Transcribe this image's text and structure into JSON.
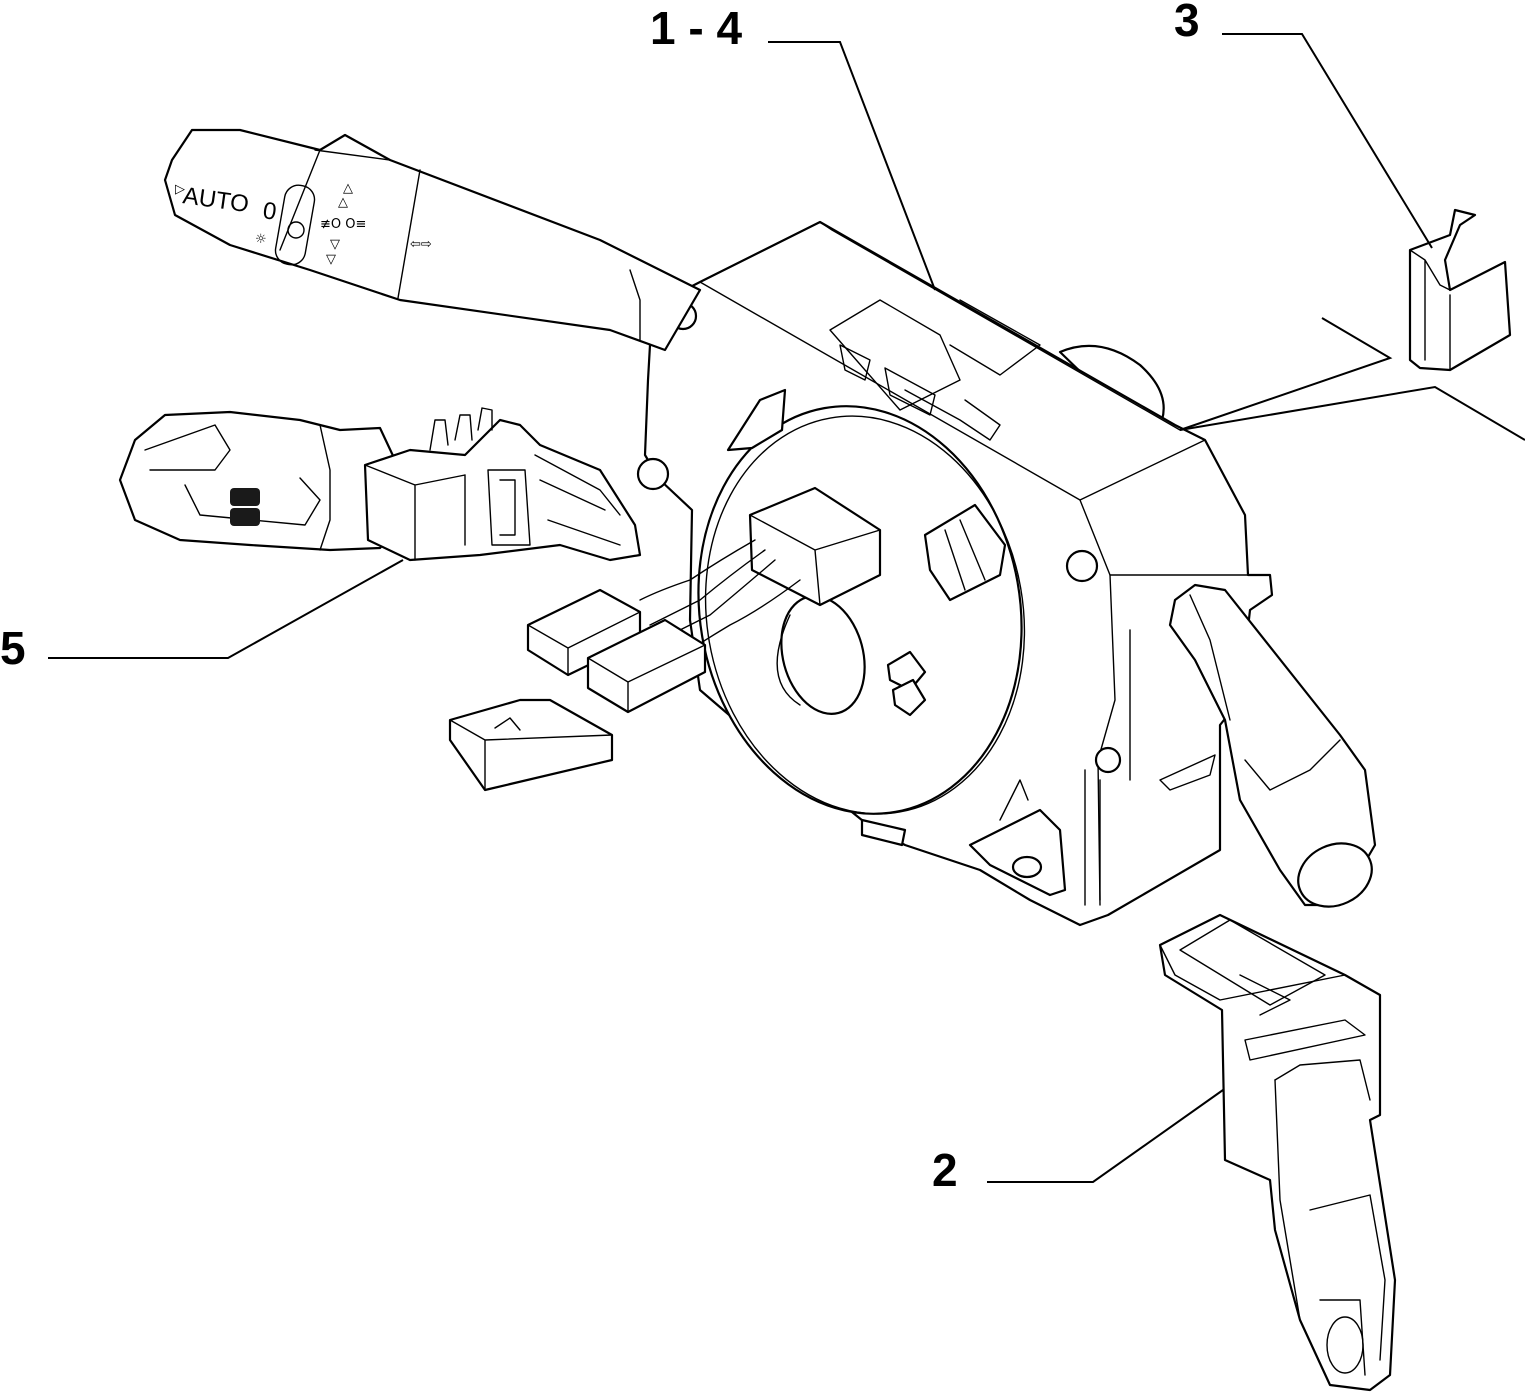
{
  "diagram": {
    "callouts": {
      "assembly": "1 - 4",
      "clip": "3",
      "right_lever": "2",
      "left_lever": "5"
    },
    "lever_markings": {
      "auto": "AUTO",
      "zero": "0"
    },
    "icons": [
      "headlight-sun-icon",
      "fog-light-icon",
      "turn-signal-arrows-icon",
      "triangle-up-icon",
      "triangle-down-icon"
    ],
    "colors": {
      "ink": "#000000",
      "paper": "#ffffff",
      "button": "#1a1a1a"
    }
  }
}
